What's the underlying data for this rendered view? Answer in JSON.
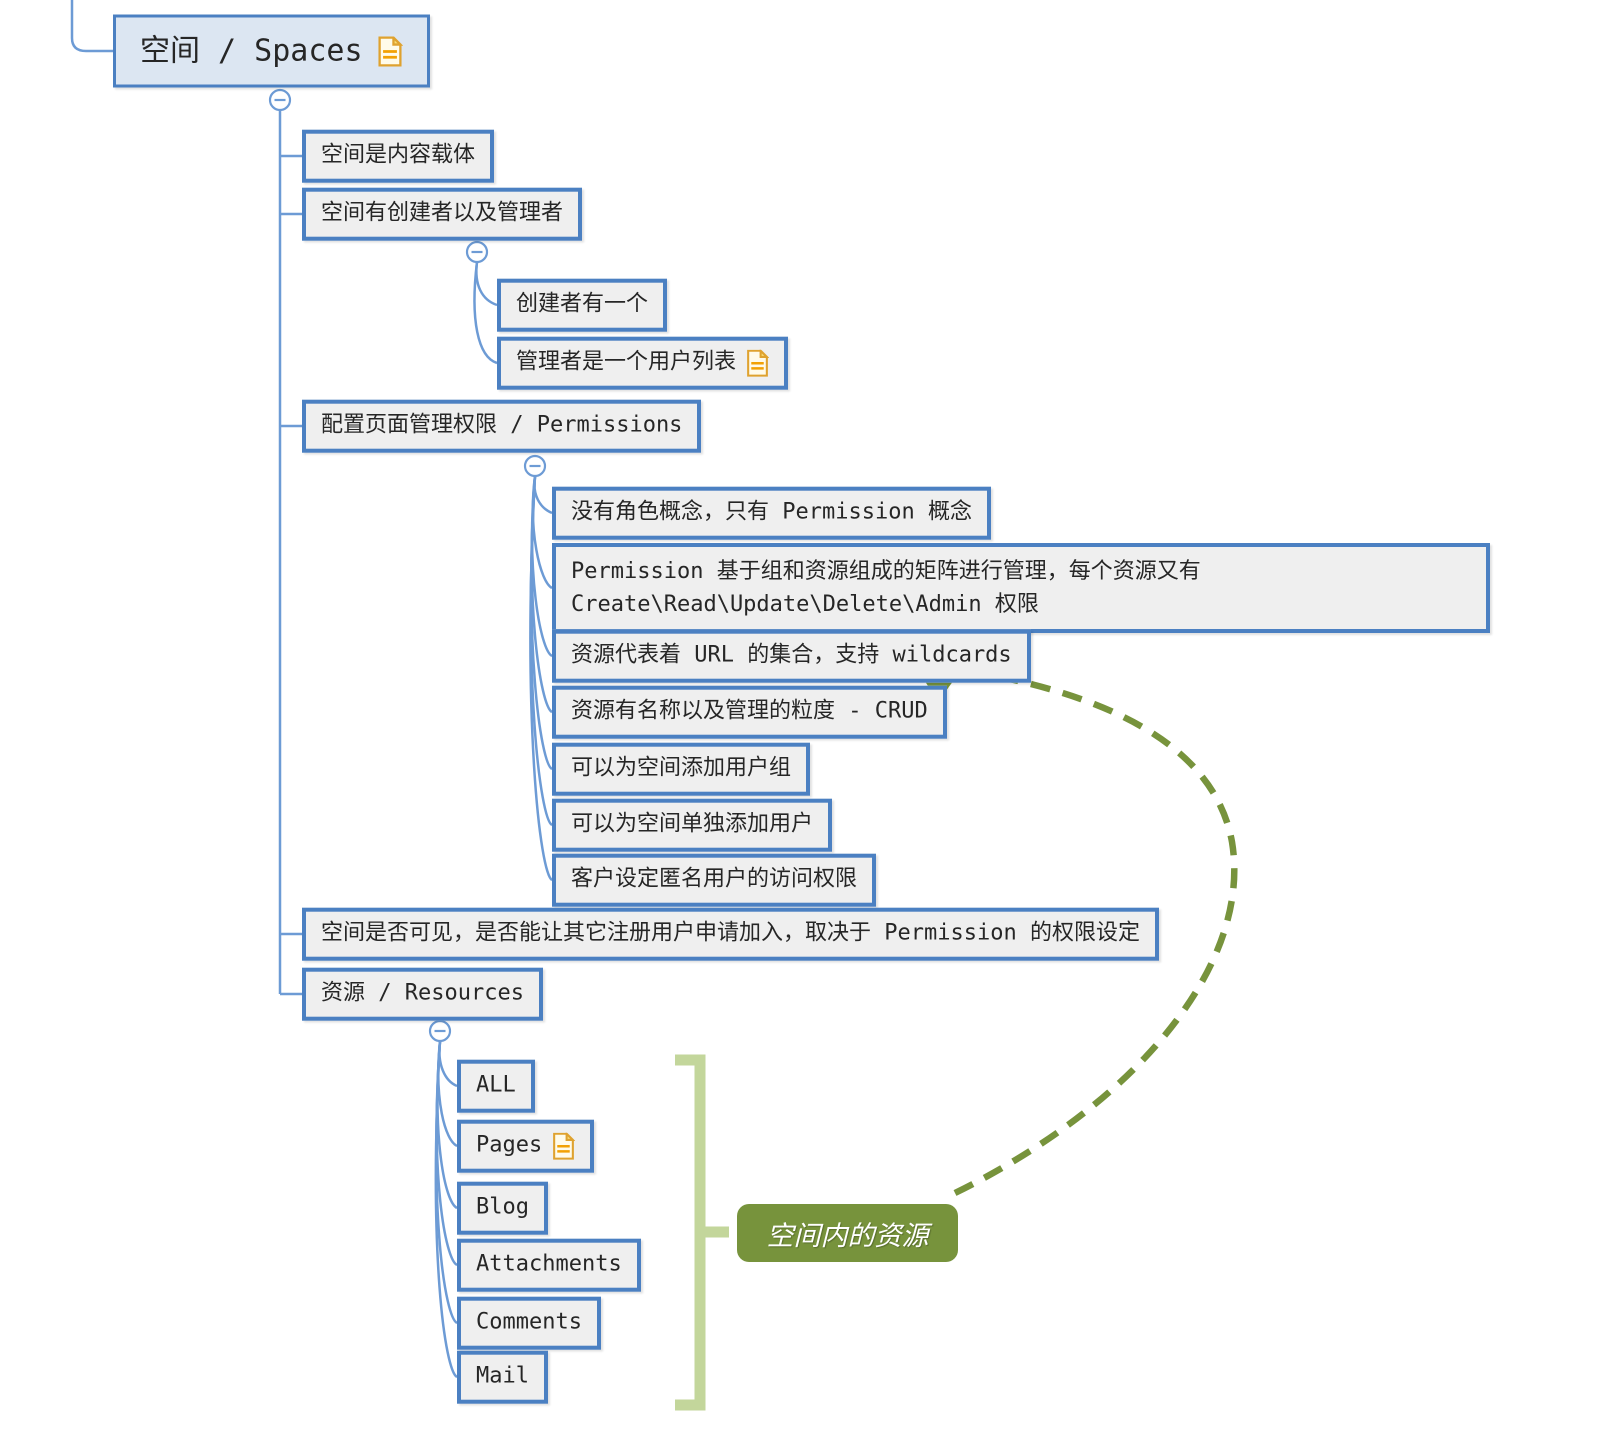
{
  "mindmap": {
    "root": {
      "label": "空间 / Spaces",
      "icon": "document-icon"
    },
    "branches": [
      {
        "label": "空间是内容载体"
      },
      {
        "label": "空间有创建者以及管理者",
        "children": [
          {
            "label": "创建者有一个"
          },
          {
            "label": "管理者是一个用户列表",
            "icon": "document-icon"
          }
        ]
      },
      {
        "label": "配置页面管理权限 / Permissions",
        "children": [
          {
            "label": "没有角色概念，只有 Permission 概念"
          },
          {
            "label": "Permission 基于组和资源组成的矩阵进行管理，每个资源又有 Create\\Read\\Update\\Delete\\Admin 权限"
          },
          {
            "label": "资源代表着 URL 的集合，支持 wildcards"
          },
          {
            "label": "资源有名称以及管理的粒度 - CRUD"
          },
          {
            "label": "可以为空间添加用户组"
          },
          {
            "label": "可以为空间单独添加用户"
          },
          {
            "label": "客户设定匿名用户的访问权限"
          }
        ]
      },
      {
        "label": "空间是否可见，是否能让其它注册用户申请加入，取决于 Permission 的权限设定"
      },
      {
        "label": "资源 / Resources",
        "children": [
          {
            "label": "ALL"
          },
          {
            "label": "Pages",
            "icon": "document-icon"
          },
          {
            "label": "Blog"
          },
          {
            "label": "Attachments"
          },
          {
            "label": "Comments"
          },
          {
            "label": "Mail"
          }
        ]
      }
    ],
    "summary": {
      "label": "空间内的资源",
      "links_to": "资源代表着 URL 的集合，支持 wildcards"
    },
    "collapse_toggle_glyph": "−",
    "colors": {
      "node_border": "#4b80c2",
      "node_fill": "#efefef",
      "root_fill": "#dce6f2",
      "connector_blue": "#6d9bd5",
      "summary_green_dark": "#77933c",
      "summary_green_light": "#c3d69b",
      "icon_amber": "#dfa22f",
      "icon_line_orange": "#f2a104"
    }
  }
}
